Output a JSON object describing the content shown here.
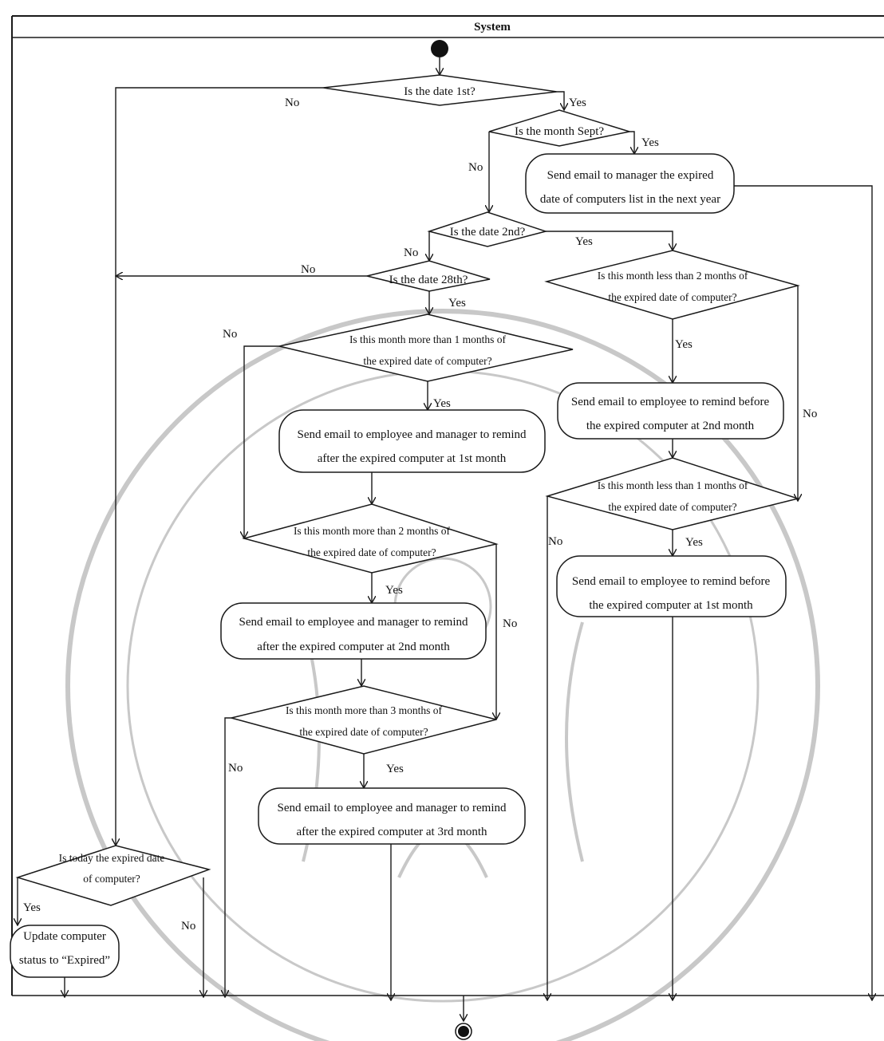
{
  "swimlane": {
    "title": "System"
  },
  "decisions": {
    "d1": "Is the date 1st?",
    "d2": "Is the month Sept?",
    "d3": "Is the date 2nd?",
    "d4": "Is the date 28th?",
    "d5": [
      "Is this month less than 2 months of",
      "the expired date of computer?"
    ],
    "d6": [
      "Is this month more than 1 months of",
      "the expired date of computer?"
    ],
    "d7": [
      "Is this month less than 1 months of",
      "the expired date of computer?"
    ],
    "d8": [
      "Is this month more than 2 months of",
      "the expired date of computer?"
    ],
    "d9": [
      "Is this month more than 3 months of",
      "the expired date of computer?"
    ],
    "d10": [
      "Is today the expired date",
      "of computer?"
    ]
  },
  "actions": {
    "a1": [
      "Send email to manager the expired",
      "date of computers list in the next year"
    ],
    "a2": [
      "Send email to employee to remind before",
      "the expired computer at 2nd month"
    ],
    "a3": [
      "Send email to employee and manager to remind",
      "after the expired computer at 1st month"
    ],
    "a4": [
      "Send email to employee to remind before",
      "the expired computer at 1st month"
    ],
    "a5": [
      "Send email to employee and manager to remind",
      "after the expired computer at 2nd month"
    ],
    "a6": [
      "Send email to employee and manager to remind",
      "after the expired computer at 3rd month"
    ],
    "a7": [
      "Update computer",
      "status to “Expired”"
    ]
  },
  "labels": {
    "yes": "Yes",
    "no": "No"
  }
}
